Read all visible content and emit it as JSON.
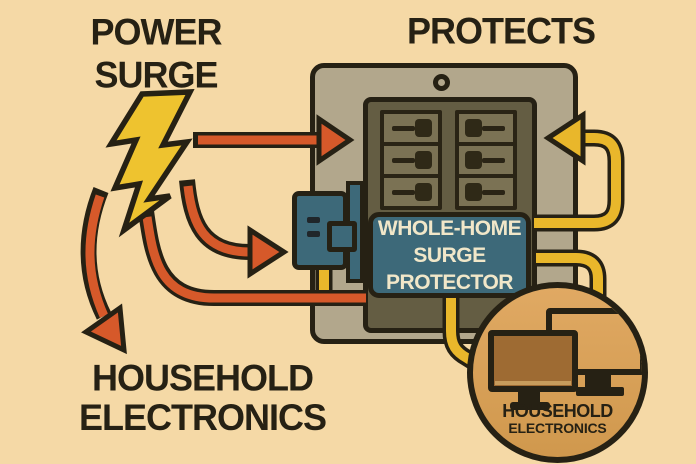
{
  "titles": {
    "power_surge": [
      "POWER",
      "SURGE"
    ],
    "protects": "PROTECTS",
    "household_electronics": [
      "HOUSEHOLD",
      "ELECTRONICS"
    ]
  },
  "panel": {
    "surge_protector_label": [
      "WHOLE-HOME",
      "SURGE",
      "PROTECTOR"
    ],
    "breaker_columns": 2,
    "breaker_rows": 3
  },
  "protected_devices_badge": {
    "lines": [
      "HOUSEHOLD",
      "ELECTRONICS"
    ],
    "icons": [
      "monitor-icon",
      "monitor-icon"
    ]
  },
  "icons": {
    "surge_source": "lightning-bolt-icon",
    "panel_screw": "screw-icon",
    "surge_paths": "red-arrow",
    "protection_paths": "yellow-wire-arrow"
  },
  "colors": {
    "background": "#f5d9a6",
    "outline": "#262114",
    "text_dark": "#262114",
    "surge_red": "#d6592a",
    "wire_yellow": "#e9b72b",
    "bolt_yellow": "#eec32f",
    "panel_outer": "#b2a78c",
    "panel_inner": "#645d43",
    "breaker": "#7b7254",
    "protector_blue": "#3d6979",
    "label_text": "#f1e7c9",
    "badge_circle": "#dda55e",
    "screen_brown": "#9e6b33"
  }
}
